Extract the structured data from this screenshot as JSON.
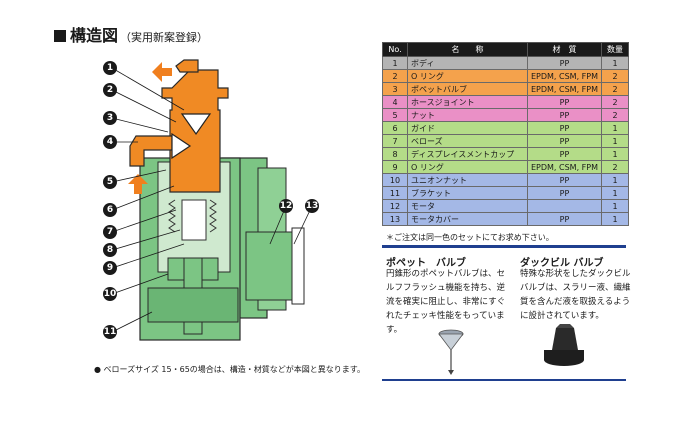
{
  "heading": {
    "main": "構造図",
    "sub": "（実用新案登録）"
  },
  "callouts": [
    "1",
    "2",
    "3",
    "4",
    "5",
    "6",
    "7",
    "8",
    "9",
    "10",
    "11",
    "12",
    "13"
  ],
  "table": {
    "headers": [
      "No.",
      "名　　称",
      "材　質",
      "数量"
    ],
    "rows": [
      {
        "no": "1",
        "name": "ボディ",
        "material": "PP",
        "qty": "1",
        "color": "#b4b4b4"
      },
      {
        "no": "2",
        "name": "O リング",
        "material": "EPDM, CSM, FPM",
        "qty": "2",
        "color": "#f4a24c"
      },
      {
        "no": "3",
        "name": "ポペットバルブ",
        "material": "EPDM, CSM, FPM",
        "qty": "2",
        "color": "#f4a24c"
      },
      {
        "no": "4",
        "name": "ホースジョイント",
        "material": "PP",
        "qty": "2",
        "color": "#ea90c6"
      },
      {
        "no": "5",
        "name": "ナット",
        "material": "PP",
        "qty": "2",
        "color": "#ea90c6"
      },
      {
        "no": "6",
        "name": "ガイド",
        "material": "PP",
        "qty": "1",
        "color": "#b4dc88"
      },
      {
        "no": "7",
        "name": "ベローズ",
        "material": "PP",
        "qty": "1",
        "color": "#b4dc88"
      },
      {
        "no": "8",
        "name": "ディスプレイスメントカップ",
        "material": "PP",
        "qty": "1",
        "color": "#b4dc88"
      },
      {
        "no": "9",
        "name": "O リング",
        "material": "EPDM, CSM, FPM",
        "qty": "2",
        "color": "#b4dc88"
      },
      {
        "no": "10",
        "name": "ユニオンナット",
        "material": "PP",
        "qty": "1",
        "color": "#a4b8e6"
      },
      {
        "no": "11",
        "name": "ブラケット",
        "material": "PP",
        "qty": "1",
        "color": "#a4b8e6"
      },
      {
        "no": "12",
        "name": "モータ",
        "material": "",
        "qty": "1",
        "color": "#a4b8e6"
      },
      {
        "no": "13",
        "name": "モータカバー",
        "material": "PP",
        "qty": "1",
        "color": "#a4b8e6"
      }
    ]
  },
  "table_note": "＊ご注文は同一色のセットにてお求め下さい。",
  "valves": [
    {
      "title": "ポペット　バルブ",
      "text": "円錐形のポペットバルブは、セルフフラッシュ機能を持ち、逆流を確実に阻止し、非常にすぐれたチェッキ性能をもっています。"
    },
    {
      "title": "ダックビル バルブ",
      "text": "特殊な形状をしたダックビルバルブは、スラリー液、繊維質を含んだ液を取扱えるように設計されています。"
    }
  ],
  "footnote": "● ベローズサイズ 15・65の場合は、構造・材質などが本図と異なります。",
  "colors": {
    "pump_green": "#7cc584",
    "fluid_orange": "#f08a24",
    "arrow_orange": "#f07f1e",
    "rule_blue": "#1f3f8f"
  }
}
